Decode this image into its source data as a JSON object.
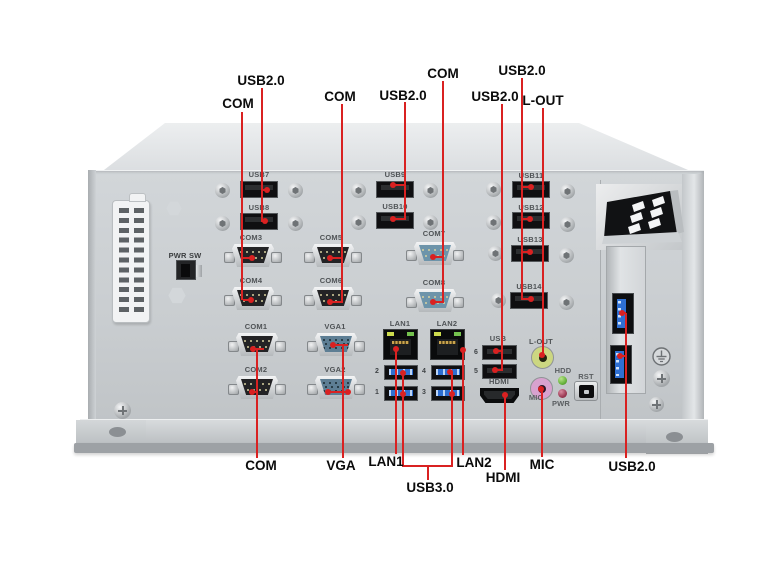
{
  "annotations": {
    "top": [
      {
        "label": "COM"
      },
      {
        "label": "USB2.0"
      },
      {
        "label": "COM"
      },
      {
        "label": "USB2.0"
      },
      {
        "label": "COM"
      },
      {
        "label": "USB2.0"
      },
      {
        "label": "USB2.0"
      },
      {
        "label": "L-OUT"
      }
    ],
    "bottom": [
      {
        "label": "COM"
      },
      {
        "label": "VGA"
      },
      {
        "label": "LAN1"
      },
      {
        "label": "USB3.0"
      },
      {
        "label": "LAN2"
      },
      {
        "label": "HDMI"
      },
      {
        "label": "MIC"
      },
      {
        "label": "USB2.0"
      }
    ]
  },
  "panel": {
    "pwr_sw": "PWR SW",
    "ports": {
      "usb7": "USB7",
      "usb8": "USB8",
      "usb9": "USB9",
      "usb10": "USB10",
      "usb11": "USB11",
      "usb12": "USB12",
      "usb13": "USB13",
      "usb14": "USB14",
      "com1": "COM1",
      "com2": "COM2",
      "com3": "COM3",
      "com4": "COM4",
      "com5": "COM5",
      "com6": "COM6",
      "com7": "COM7",
      "com8": "COM8",
      "vga1": "VGA1",
      "vga2": "VGA2",
      "lan1": "LAN1",
      "lan2": "LAN2",
      "usb_group": "USB",
      "hdmi": "HDMI",
      "lout": "L-OUT",
      "mic": "MIC",
      "hdd": "HDD",
      "pwr": "PWR",
      "rst": "RST"
    },
    "usb3_digits": {
      "d1": "1",
      "d2": "2",
      "d3": "3",
      "d4": "4",
      "d5": "5",
      "d6": "6"
    }
  },
  "colors": {
    "annotation_red": "#d92121",
    "usb3_blue": "#2e6fd2",
    "lout_green": "#ccd781",
    "mic_pink": "#d8a2cf",
    "hdd_green": "#67b33c",
    "pwr_red": "#9c3b55",
    "com_teal": "#6d94aa",
    "vga_blue": "#5d7e94"
  }
}
